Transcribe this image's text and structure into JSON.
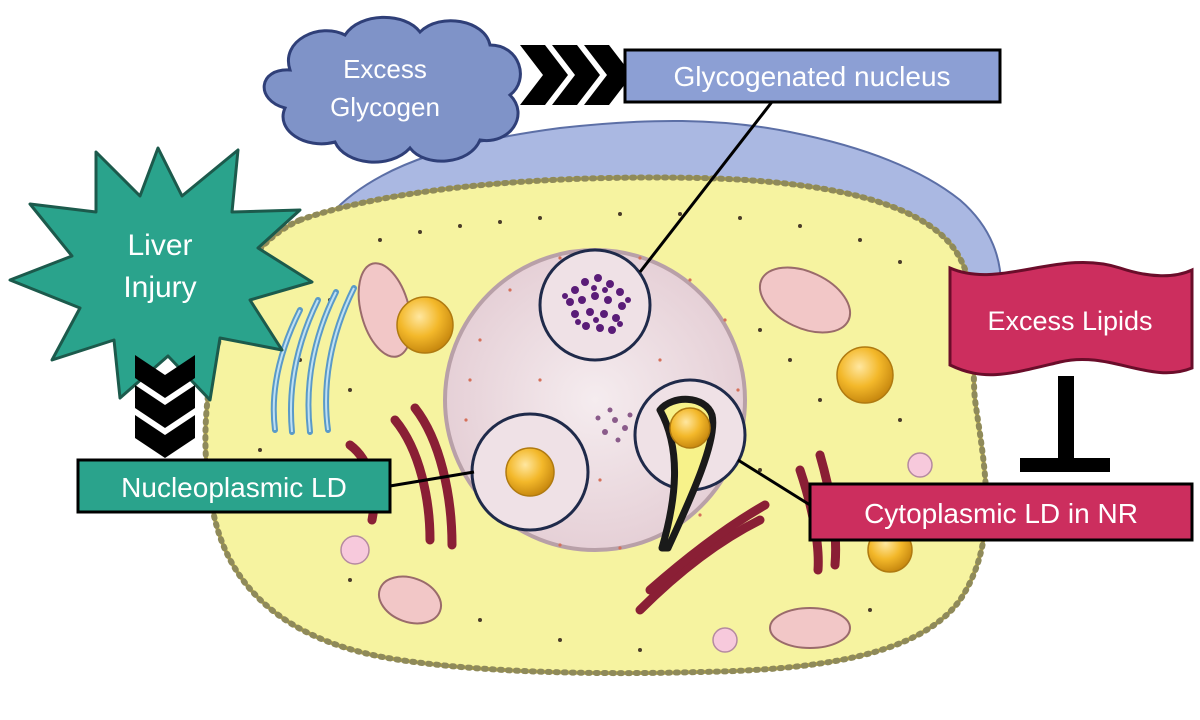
{
  "labels": {
    "excess_glycogen_line1": "Excess",
    "excess_glycogen_line2": "Glycogen",
    "glycogenated_nucleus": "Glycogenated nucleus",
    "liver_injury_line1": "Liver",
    "liver_injury_line2": "Injury",
    "excess_lipids": "Excess Lipids",
    "nucleoplasmic_ld": "Nucleoplasmic LD",
    "cytoplasmic_ld_in_nr": "Cytoplasmic LD in NR"
  },
  "colors": {
    "cloud_fill": "#7f93c8",
    "cloud_stroke": "#2f3f78",
    "glyco_box_fill": "#8c9fd4",
    "starburst_fill": "#2aa38c",
    "teal_box_fill": "#2aa38c",
    "lipid_fill": "#cc2e5e",
    "cytoplasm_fill": "#f6f3a0",
    "blue_cell_fill": "#aab8e2",
    "nucleus_fill": "#efe1e6"
  }
}
